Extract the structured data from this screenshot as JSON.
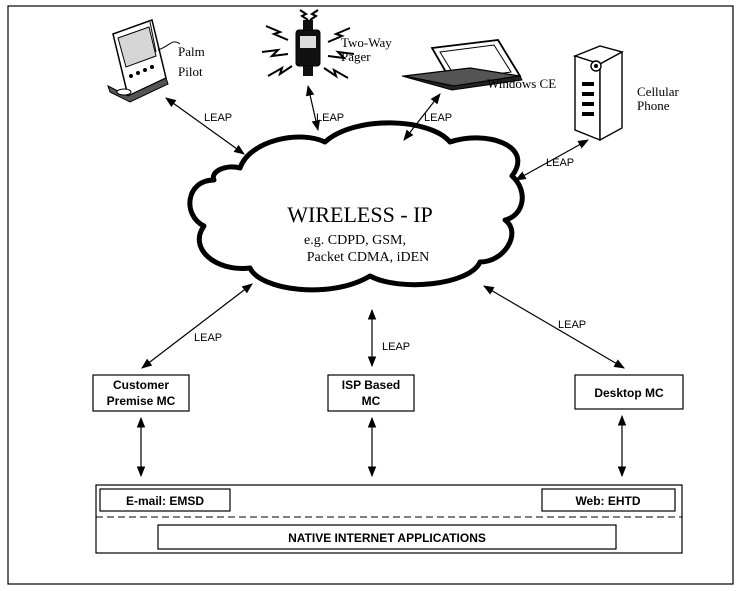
{
  "devices": {
    "palm_line1": "Palm",
    "palm_line2": "Pilot",
    "pager_line1": "Two-Way",
    "pager_line2": "Pager",
    "windows_ce": "Windows CE",
    "cell_line1": "Cellular",
    "cell_line2": "Phone"
  },
  "cloud": {
    "title": "WIRELESS - IP",
    "line1": "e.g. CDPD, GSM,",
    "line2": "Packet CDMA, iDEN"
  },
  "links": {
    "palm": "LEAP",
    "pager": "LEAP",
    "windows": "LEAP",
    "cellular": "LEAP",
    "customer": "LEAP",
    "isp": "LEAP",
    "desktop": "LEAP"
  },
  "mc_boxes": {
    "customer_line1": "Customer",
    "customer_line2": "Premise MC",
    "isp_line1": "ISP Based",
    "isp_line2": "MC",
    "desktop": "Desktop MC"
  },
  "apps": {
    "email": "E-mail: EMSD",
    "web": "Web: EHTD",
    "native": "NATIVE INTERNET APPLICATIONS"
  }
}
